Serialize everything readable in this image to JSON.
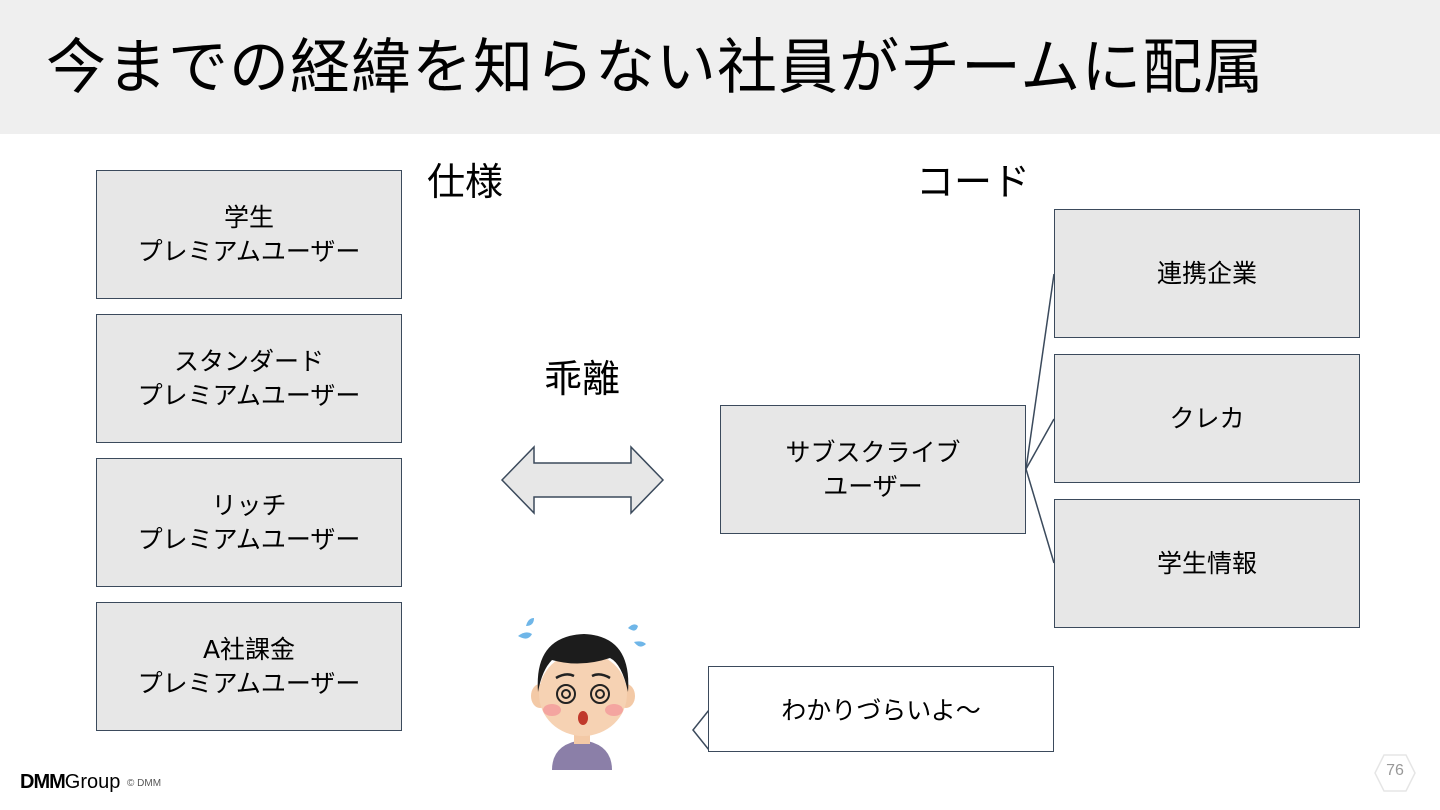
{
  "title": "今までの経緯を知らない社員がチームに配属",
  "labels": {
    "spec": "仕様",
    "code": "コード",
    "divergence": "乖離"
  },
  "spec_boxes": [
    {
      "line1": "学生",
      "line2": "プレミアムユーザー"
    },
    {
      "line1": "スタンダード",
      "line2": "プレミアムユーザー"
    },
    {
      "line1": "リッチ",
      "line2": "プレミアムユーザー"
    },
    {
      "line1": "A社課金",
      "line2": "プレミアムユーザー"
    }
  ],
  "subscribe_box": {
    "line1": "サブスクライブ",
    "line2": "ユーザー"
  },
  "code_boxes": [
    {
      "label": "連携企業"
    },
    {
      "label": "クレカ"
    },
    {
      "label": "学生情報"
    }
  ],
  "speech": "わかりづらいよ〜",
  "footer": {
    "brand": "DMM",
    "group": "Group",
    "copyright": "© DMM"
  },
  "page_number": "76",
  "colors": {
    "title_bar": "#efefef",
    "box_fill": "#e7e7e7",
    "box_border": "#3b4a5c",
    "arrow_fill": "#e7e7e7"
  },
  "icons": [
    "double-arrow-icon",
    "confused-person-icon"
  ]
}
